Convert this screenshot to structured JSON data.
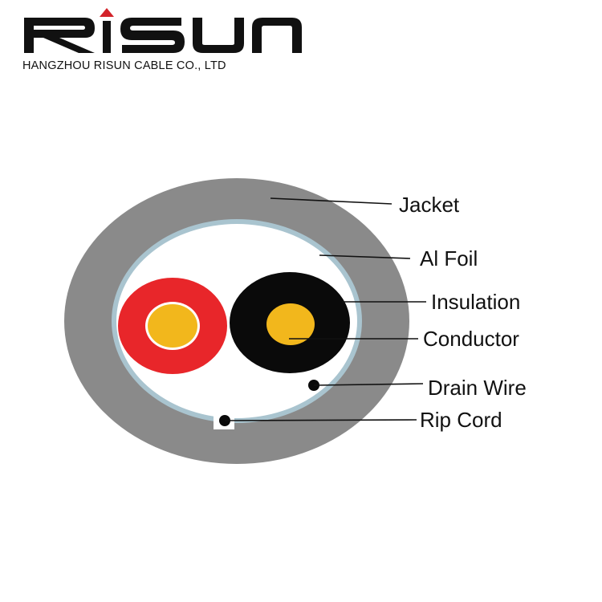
{
  "logo": {
    "brand": "RISUN",
    "company": "HANGZHOU RISUN CABLE CO., LTD"
  },
  "colors": {
    "jacket": "#8a8a8a",
    "foil": "#a9c4cf",
    "insulation_red": "#e8262a",
    "insulation_black": "#0a0a0a",
    "conductor": "#f2b71c",
    "logo_accent": "#d3232a"
  },
  "diagram": {
    "labels": {
      "jacket": "Jacket",
      "foil": "Al Foil",
      "insulation": "Insulation",
      "conductor": "Conductor",
      "drain_wire": "Drain Wire",
      "rip_cord": "Rip Cord"
    }
  }
}
